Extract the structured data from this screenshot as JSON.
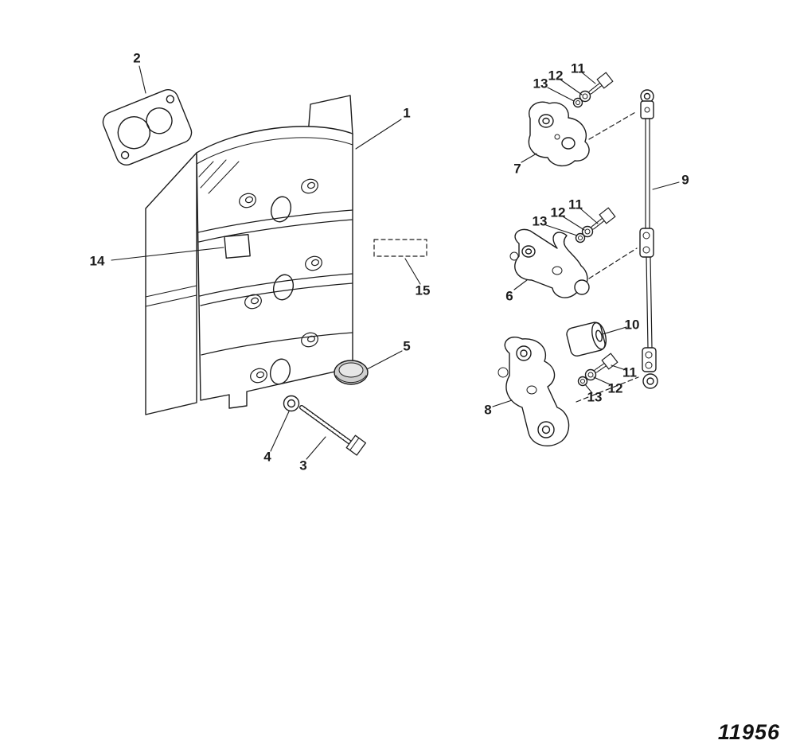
{
  "figure": {
    "number": "11956"
  },
  "colors": {
    "background": "#ffffff",
    "line": "#1c1c1c"
  },
  "callouts": [
    {
      "label": "2"
    },
    {
      "label": "1"
    },
    {
      "label": "14"
    },
    {
      "label": "15"
    },
    {
      "label": "5"
    },
    {
      "label": "4"
    },
    {
      "label": "3"
    },
    {
      "label": "13"
    },
    {
      "label": "12"
    },
    {
      "label": "11"
    },
    {
      "label": "7"
    },
    {
      "label": "9"
    },
    {
      "label": "13"
    },
    {
      "label": "12"
    },
    {
      "label": "11"
    },
    {
      "label": "6"
    },
    {
      "label": "10"
    },
    {
      "label": "11"
    },
    {
      "label": "12"
    },
    {
      "label": "13"
    },
    {
      "label": "8"
    }
  ]
}
